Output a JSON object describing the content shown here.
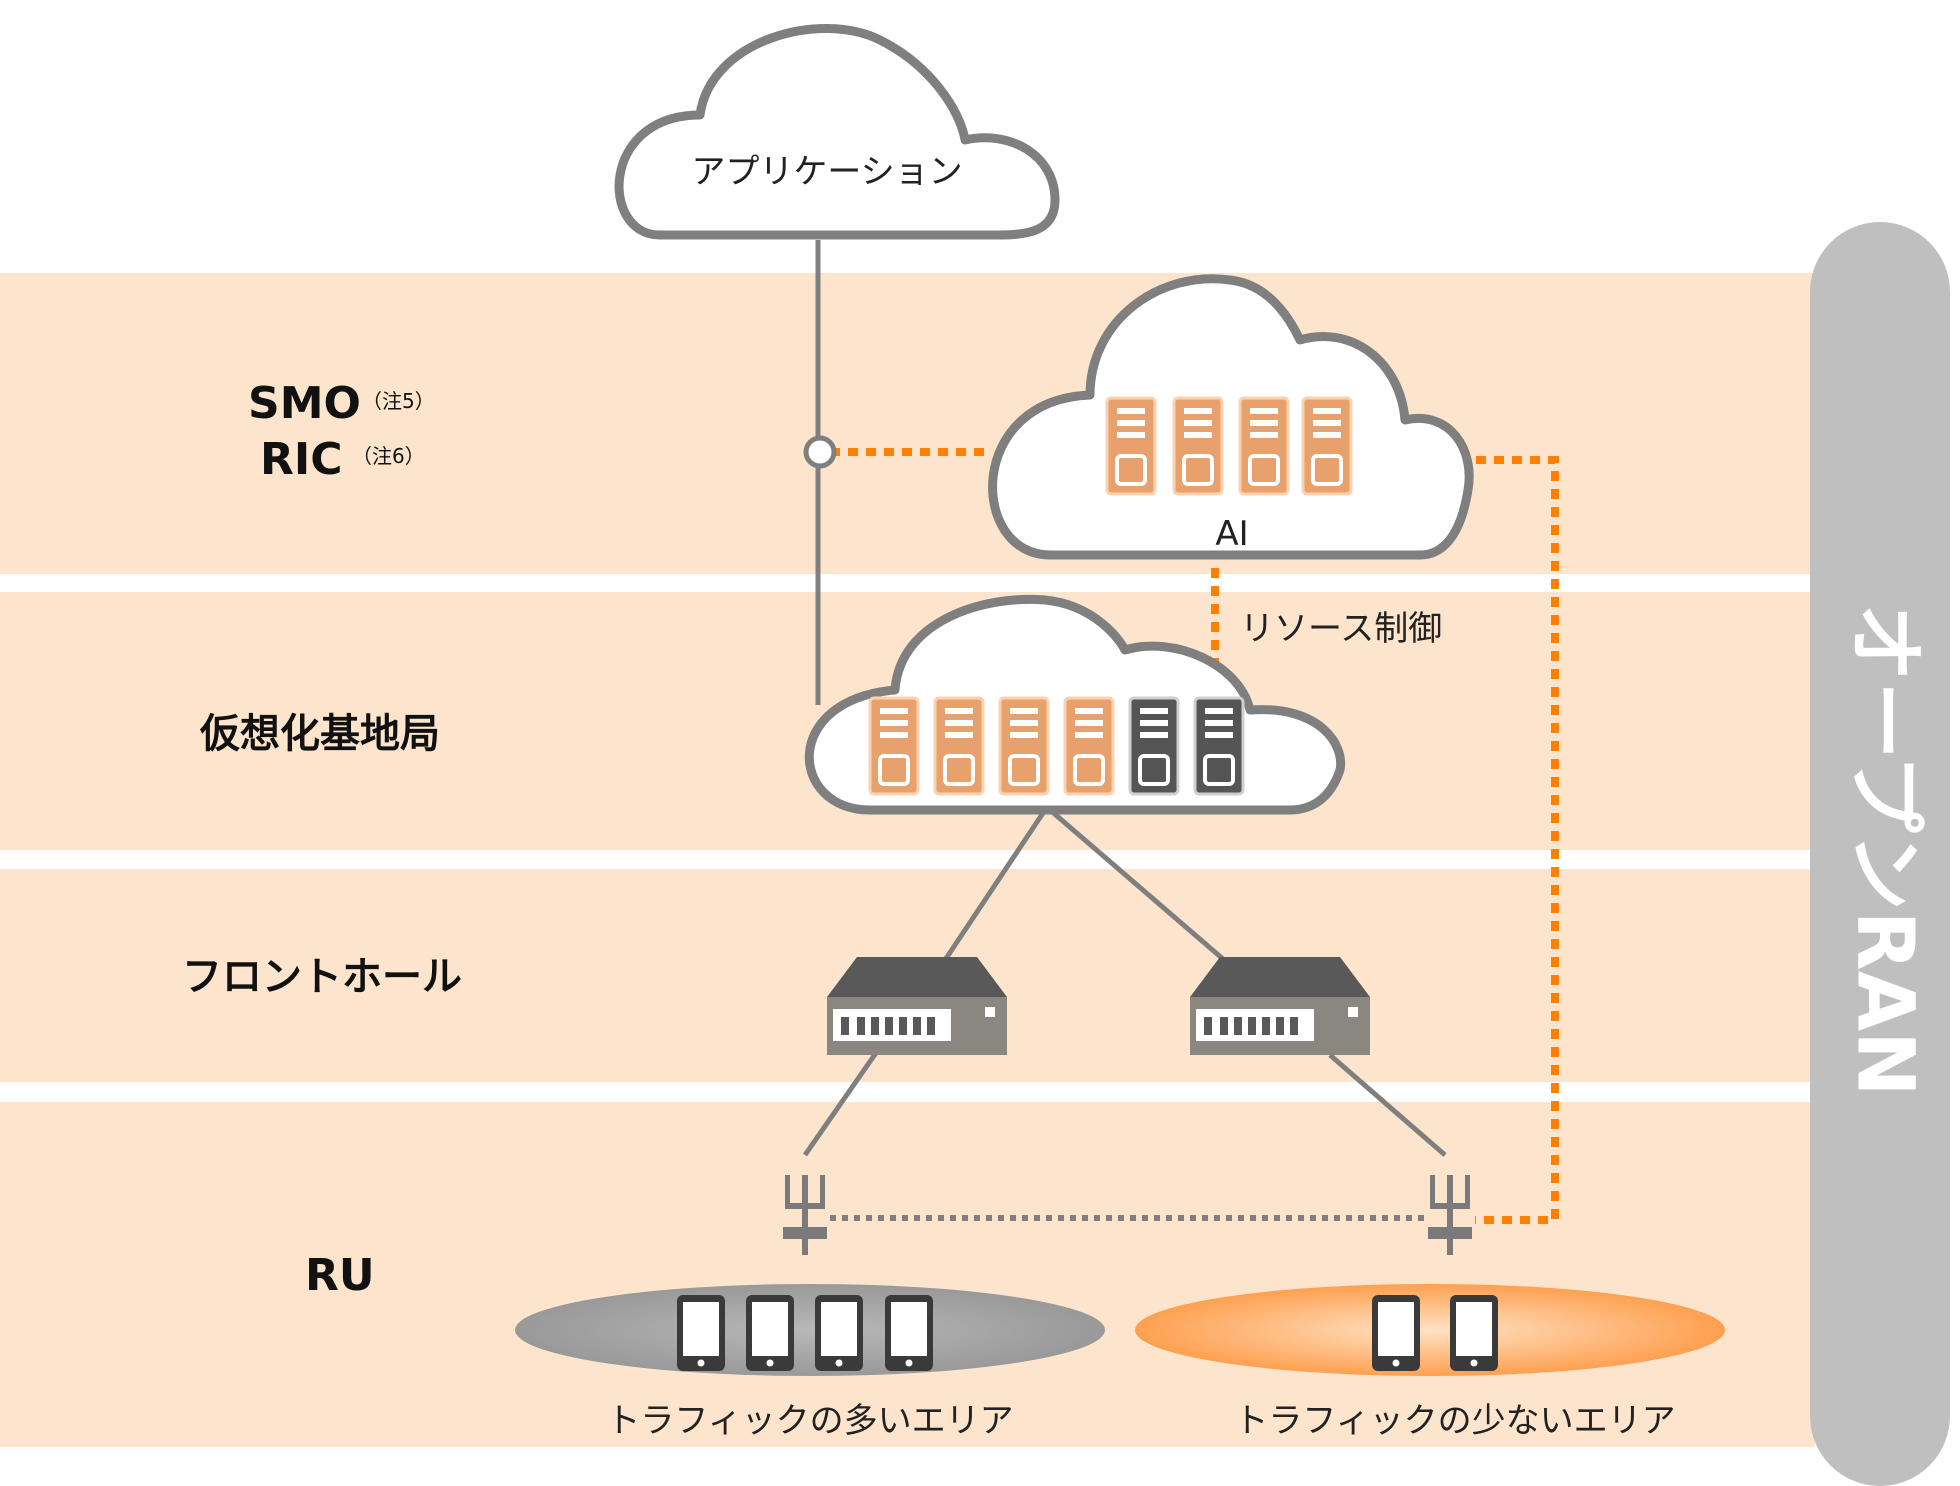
{
  "layers": {
    "smo": {
      "label": "SMO",
      "note": "（注5）"
    },
    "ric": {
      "label": "RIC",
      "note": "（注6）"
    },
    "vbase": {
      "label": "仮想化基地局"
    },
    "fronthaul": {
      "label": "フロントホール"
    },
    "ru": {
      "label": "RU"
    }
  },
  "clouds": {
    "application": "アプリケーション",
    "ai": "AI"
  },
  "links": {
    "resource_control": "リソース制御"
  },
  "areas": {
    "busy": {
      "label": "トラフィックの多いエリア",
      "devices": 4
    },
    "quiet": {
      "label": "トラフィックの少ないエリア",
      "devices": 2
    }
  },
  "side_bar": {
    "label": "オープンRAN"
  },
  "colors": {
    "band": "#fde5cd",
    "orange_dots": "#ff7f00",
    "server_orange": "#e8a06c",
    "server_gray": "#5a5a5a",
    "cloud_stroke": "#7f7f7f",
    "side_bar": "#bfbfbf"
  }
}
